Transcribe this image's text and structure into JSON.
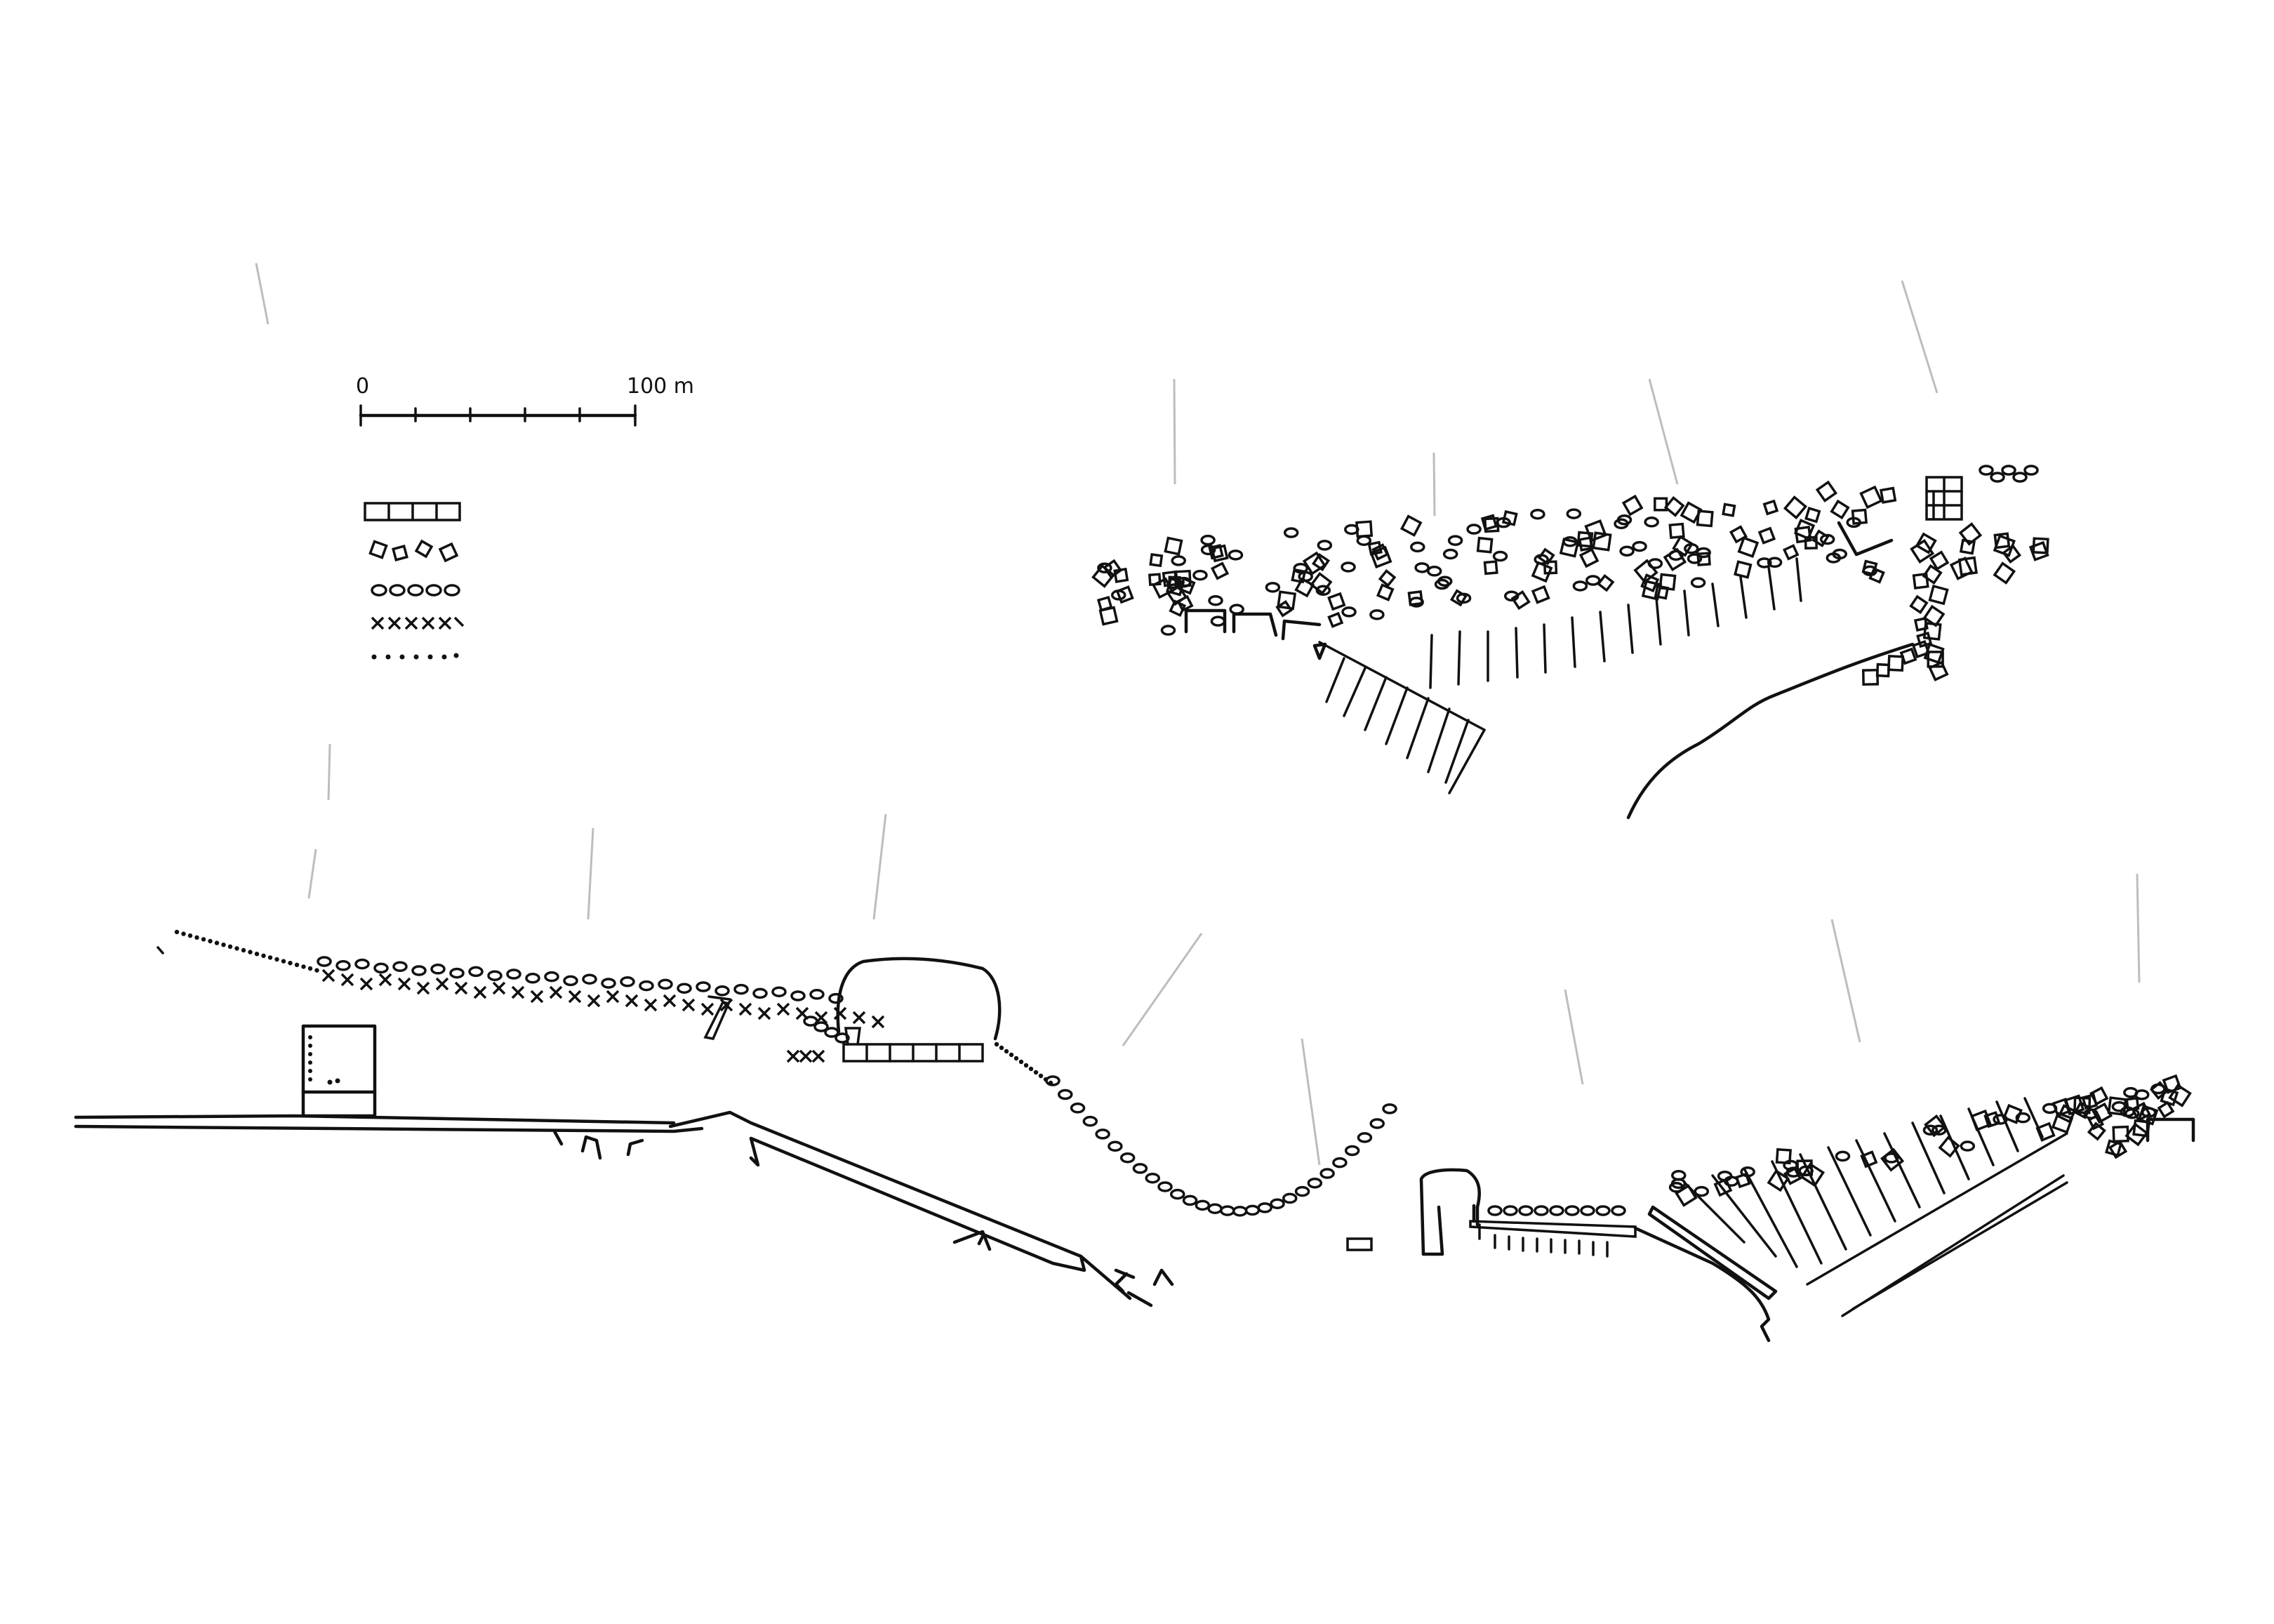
{
  "scale_bar": {
    "zero_label": "0",
    "end_label": "100 m"
  },
  "legend": {
    "symbols": [
      "rect-block-row",
      "rock-square-row",
      "oval-row",
      "cross-row",
      "dot-row"
    ]
  },
  "colors": {
    "ink": "#111111",
    "paper": "#ffffff",
    "guide": "#bdbdbd"
  }
}
